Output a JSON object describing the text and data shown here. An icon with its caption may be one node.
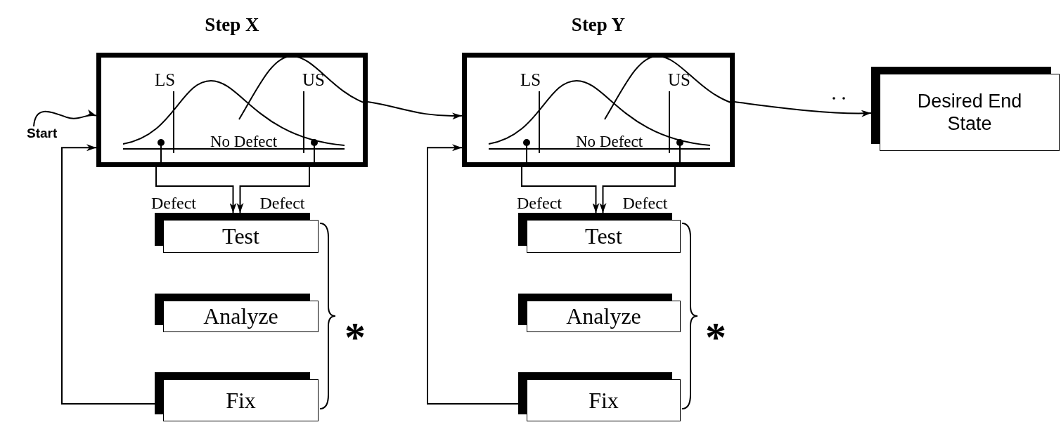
{
  "diagram": {
    "nodes": [
      {
        "text": [
          "Start"
        ]
      },
      {
        "text": [
          "Step X",
          "LS",
          "US",
          "No Defect"
        ]
      },
      {
        "text": [
          "Test"
        ]
      },
      {
        "text": [
          "Analyze"
        ]
      },
      {
        "text": [
          "Fix"
        ]
      },
      {
        "text": [
          "Step Y",
          "LS",
          "US",
          "No Defect"
        ]
      },
      {
        "text": [
          "Test"
        ]
      },
      {
        "text": [
          "Analyze"
        ]
      },
      {
        "text": [
          "Fix"
        ]
      },
      {
        "text": [
          "Desired End State"
        ]
      }
    ],
    "edges": [
      {
        "from": 0,
        "to": 1,
        "arrow": "to"
      },
      {
        "from": 1,
        "to": 2,
        "arrow": "to",
        "label": "Defect"
      },
      {
        "from": 1,
        "to": 2,
        "arrow": "to",
        "label": "Defect"
      },
      {
        "from": 4,
        "to": 1,
        "arrow": "to"
      },
      {
        "from": 1,
        "to": 5,
        "arrow": "to"
      },
      {
        "from": 5,
        "to": 6,
        "arrow": "to",
        "label": "Defect"
      },
      {
        "from": 5,
        "to": 6,
        "arrow": "to",
        "label": "Defect"
      },
      {
        "from": 8,
        "to": 5,
        "arrow": "to"
      },
      {
        "from": 5,
        "to": 9,
        "arrow": "to"
      }
    ],
    "labels": [
      "*",
      "*"
    ]
  }
}
